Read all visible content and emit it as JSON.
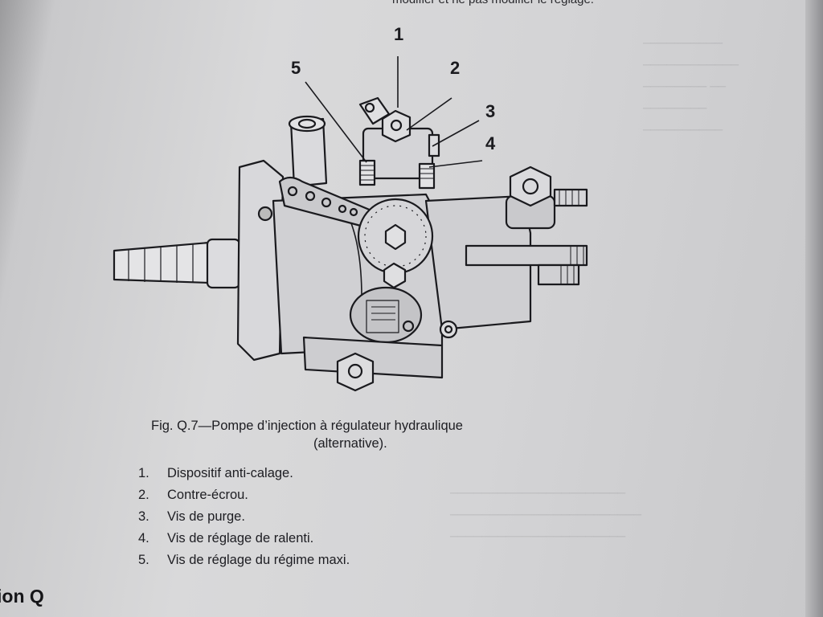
{
  "page": {
    "top_text": "modifier et ne pas modifier le réglage.",
    "section_footer": "ion Q"
  },
  "figure": {
    "callouts": [
      "1",
      "2",
      "3",
      "4",
      "5"
    ]
  },
  "caption": {
    "line1": "Fig. Q.7—Pompe d’injection à régulateur hydraulique",
    "line2": "(alternative)."
  },
  "legend": [
    {
      "num": "1.",
      "text": "Dispositif anti-calage."
    },
    {
      "num": "2.",
      "text": "Contre-écrou."
    },
    {
      "num": "3.",
      "text": "Vis de purge."
    },
    {
      "num": "4.",
      "text": "Vis de réglage de ralenti."
    },
    {
      "num": "5.",
      "text": "Vis de réglage du régime maxi."
    }
  ]
}
